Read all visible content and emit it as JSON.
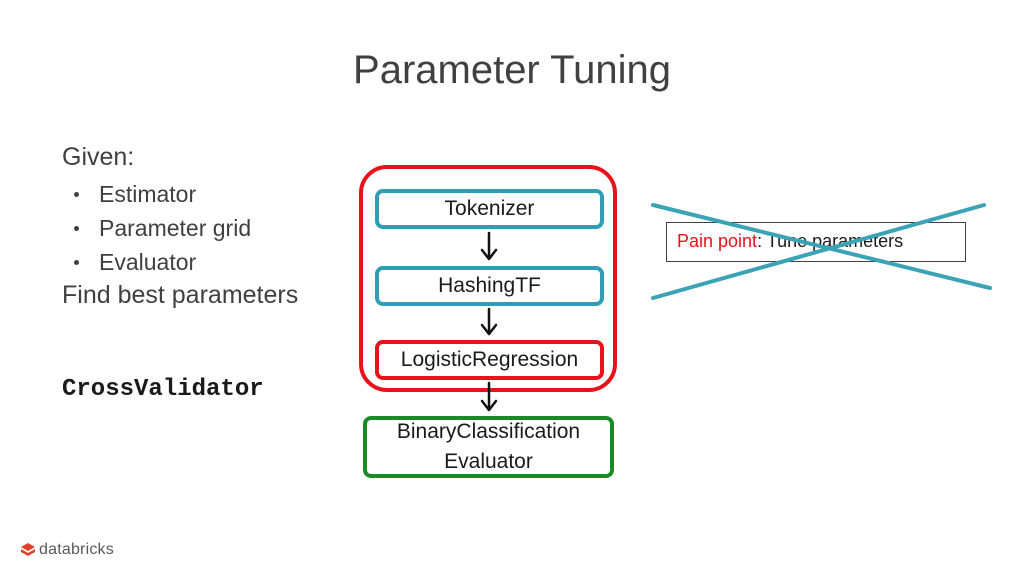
{
  "slide": {
    "title": "Parameter Tuning",
    "given_label": "Given:",
    "bullets": [
      "Estimator",
      "Parameter grid",
      "Evaluator"
    ],
    "find_label": "Find best parameters",
    "code_label": "CrossValidator"
  },
  "pipeline": {
    "nodes": [
      {
        "label": "Tokenizer"
      },
      {
        "label": "HashingTF"
      },
      {
        "label": "LogisticRegression"
      }
    ],
    "evaluator": {
      "line1": "BinaryClassification",
      "line2": "Evaluator"
    }
  },
  "pain_box": {
    "highlight": "Pain point",
    "separator": ": ",
    "text": "Tune parameters"
  },
  "branding": {
    "logo_text": "databricks"
  },
  "colors": {
    "red": "#e8121b",
    "teal": "#2f9db3",
    "green": "#1a8a26",
    "text": "#404040"
  }
}
